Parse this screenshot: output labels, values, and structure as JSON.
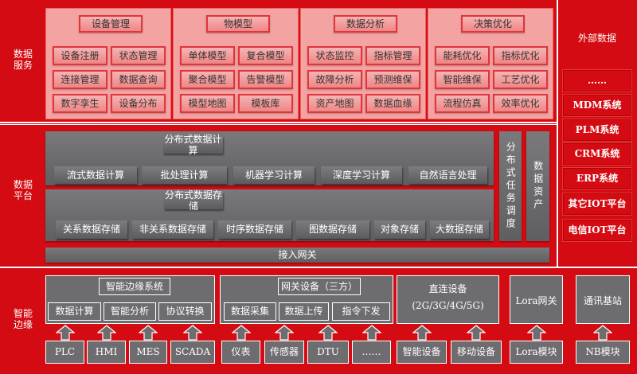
{
  "sections": {
    "data_service": "数据服务",
    "data_platform": "数据平台",
    "smart_edge": "智能边缘"
  },
  "data_service": [
    {
      "title": "设备管理",
      "items": [
        "设备注册",
        "状态管理",
        "连接管理",
        "数据查询",
        "数字孪生",
        "设备分布"
      ]
    },
    {
      "title": "物模型",
      "items": [
        "单体模型",
        "复合模型",
        "聚合模型",
        "告警模型",
        "模型地图",
        "模板库"
      ]
    },
    {
      "title": "数据分析",
      "items": [
        "状态监控",
        "指标管理",
        "故障分析",
        "预测维保",
        "资产地图",
        "数据血缘"
      ]
    },
    {
      "title": "决策优化",
      "items": [
        "能耗优化",
        "指标优化",
        "智能维保",
        "工艺优化",
        "流程仿真",
        "效率优化"
      ]
    }
  ],
  "external": {
    "title": "外部数据",
    "items": [
      "……",
      "MDM系统",
      "PLM系统",
      "CRM系统",
      "ERP系统",
      "其它IOT平台",
      "电信IOT平台"
    ]
  },
  "platform": {
    "compute": {
      "title": "分布式数据计算",
      "items": [
        "流式数据计算",
        "批处理计算",
        "机器学习计算",
        "深度学习计算",
        "自然语言处理"
      ]
    },
    "storage": {
      "title": "分布式数据存储",
      "items": [
        "关系数据存储",
        "非关系数据存储",
        "时序数据存储",
        "图数据存储",
        "对象存储",
        "大数据存储"
      ]
    },
    "scheduler": "分布式任务调度",
    "assets": "数据资产",
    "gateway": "接入网关"
  },
  "edge": {
    "edge_system": {
      "title": "智能边缘系统",
      "items": [
        "数据计算",
        "智能分析",
        "协议转换"
      ]
    },
    "gateway_device": {
      "title": "网关设备（三方）",
      "items": [
        "数据采集",
        "数据上传",
        "指令下发"
      ]
    },
    "direct": {
      "title": "直连设备",
      "subtitle": "(2G/3G/4G/5G)"
    },
    "lora_gateway": "Lora网关",
    "base_station": "通讯基站",
    "devices": [
      "PLC",
      "HMI",
      "MES",
      "SCADA",
      "仪表",
      "传感器",
      "DTU",
      "……",
      "智能设备",
      "移动设备",
      "Lora模块",
      "NB模块"
    ]
  }
}
